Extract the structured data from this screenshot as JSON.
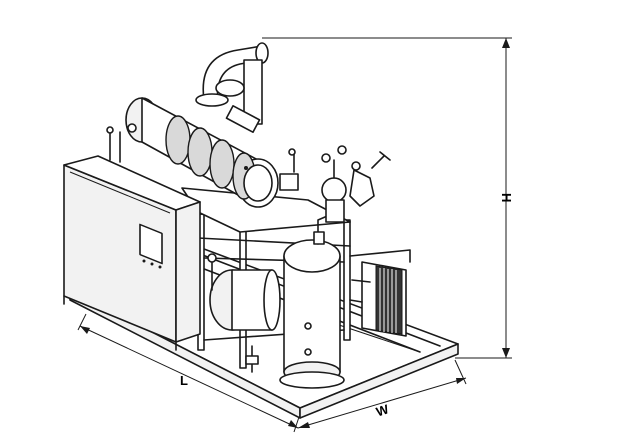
{
  "dimensions": {
    "height_label": "H",
    "length_label": "L",
    "width_label": "W"
  },
  "colors": {
    "line": "#1a1a1a",
    "background": "#ffffff",
    "panel_fill": "#f2f2f2"
  }
}
